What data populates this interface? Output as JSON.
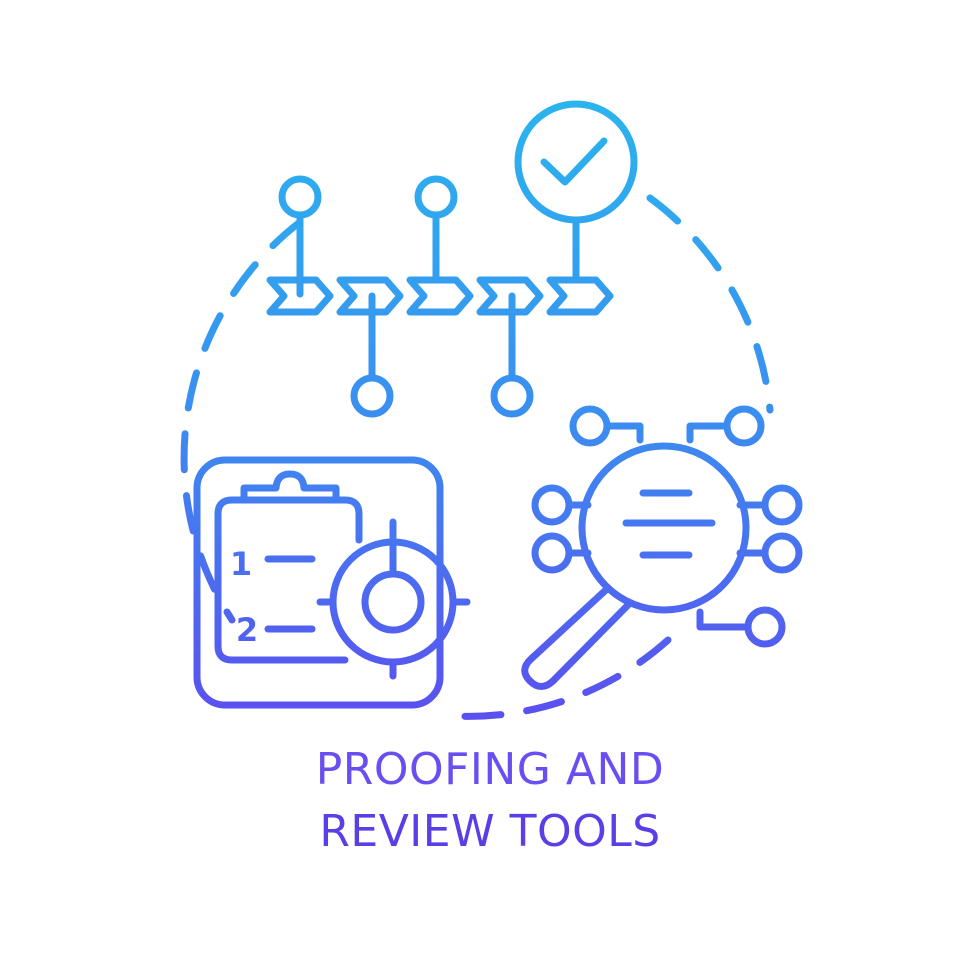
{
  "caption": {
    "line1": "PROOFING AND",
    "line2": "REVIEW TOOLS"
  },
  "clipboard": {
    "item1_number": "1",
    "item2_number": "2"
  },
  "icons": [
    "timeline-icon",
    "check-circle-icon",
    "clipboard-icon",
    "target-icon",
    "magnifier-icon",
    "network-node-icon"
  ],
  "colors": {
    "gradient_top": "#2ab4ee",
    "gradient_mid": "#3a8ff0",
    "gradient_bottom": "#5b4ff0",
    "caption_top": "#6a4ff0",
    "caption_bottom": "#5a3ee6"
  }
}
